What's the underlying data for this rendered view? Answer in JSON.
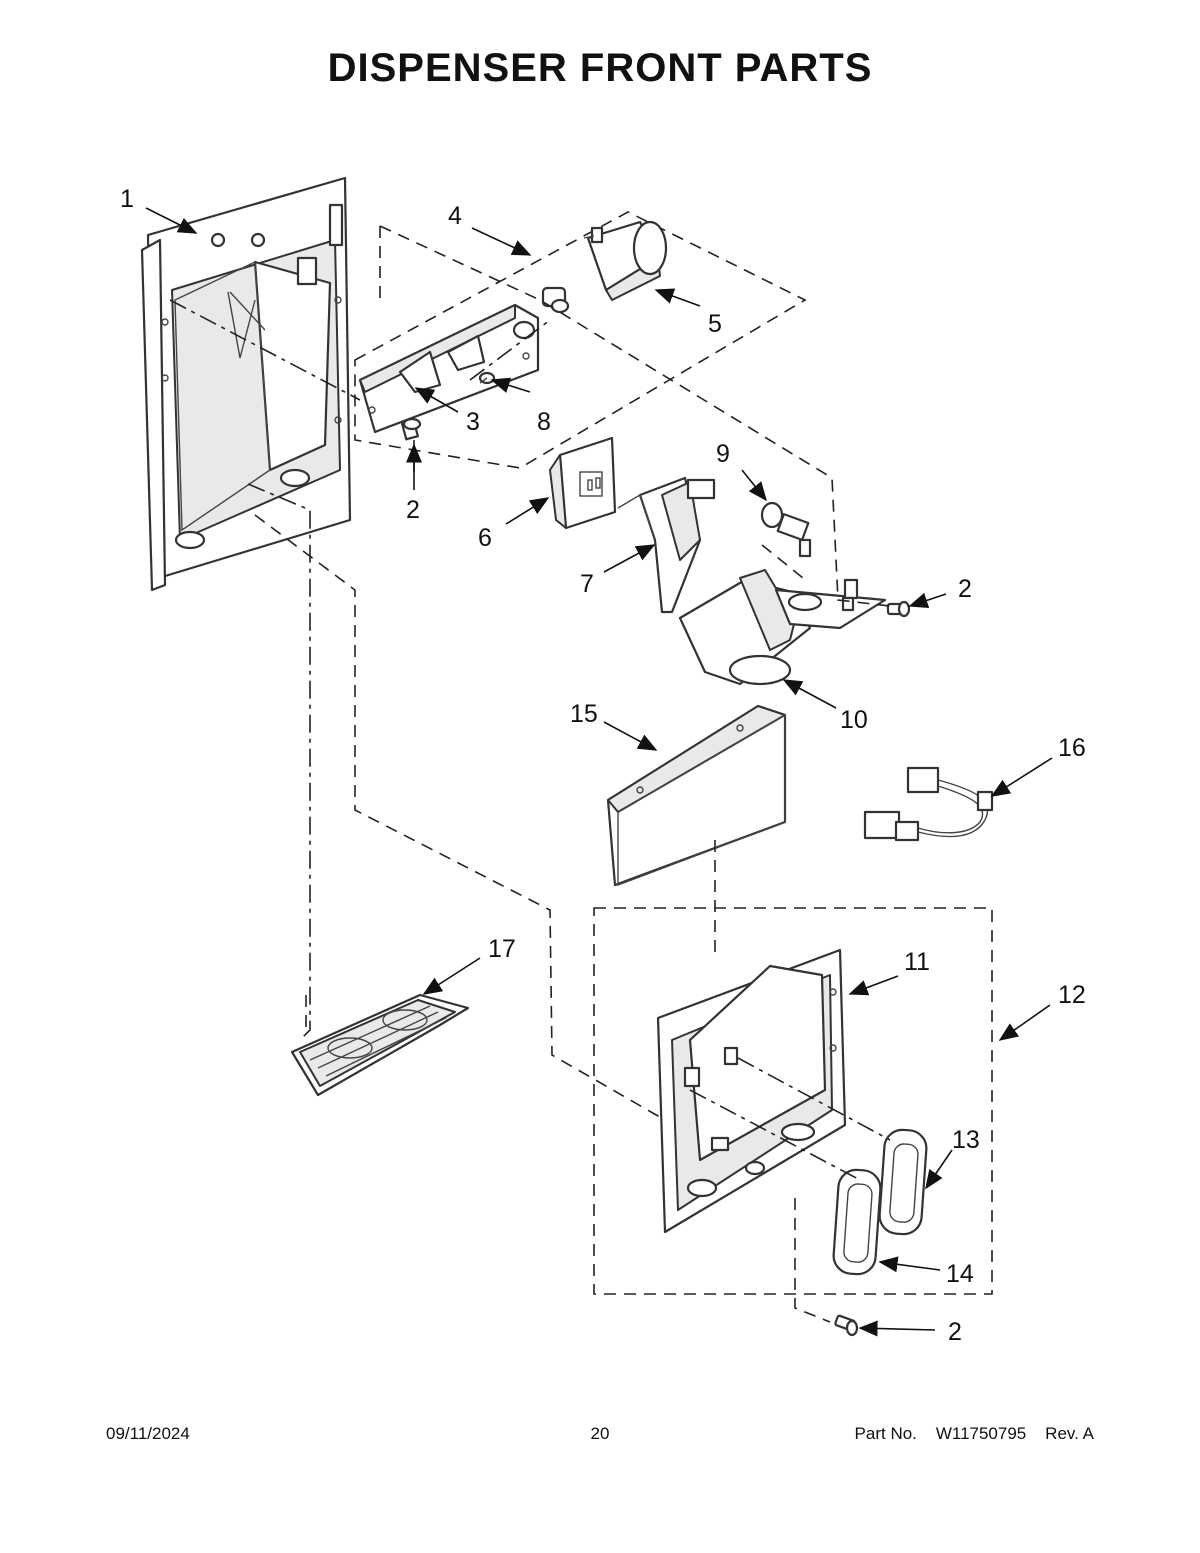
{
  "title": "DISPENSER FRONT PARTS",
  "callouts": {
    "c1": "1",
    "c2a": "2",
    "c2b": "2",
    "c2c": "2",
    "c3": "3",
    "c4": "4",
    "c5": "5",
    "c6": "6",
    "c7": "7",
    "c8": "8",
    "c9": "9",
    "c10": "10",
    "c11": "11",
    "c12": "12",
    "c13": "13",
    "c14": "14",
    "c15": "15",
    "c16": "16",
    "c17": "17"
  },
  "footer": {
    "date": "09/11/2024",
    "page": "20",
    "part_label": "Part No.",
    "part_number": "W11750795",
    "revision": "Rev. A"
  }
}
